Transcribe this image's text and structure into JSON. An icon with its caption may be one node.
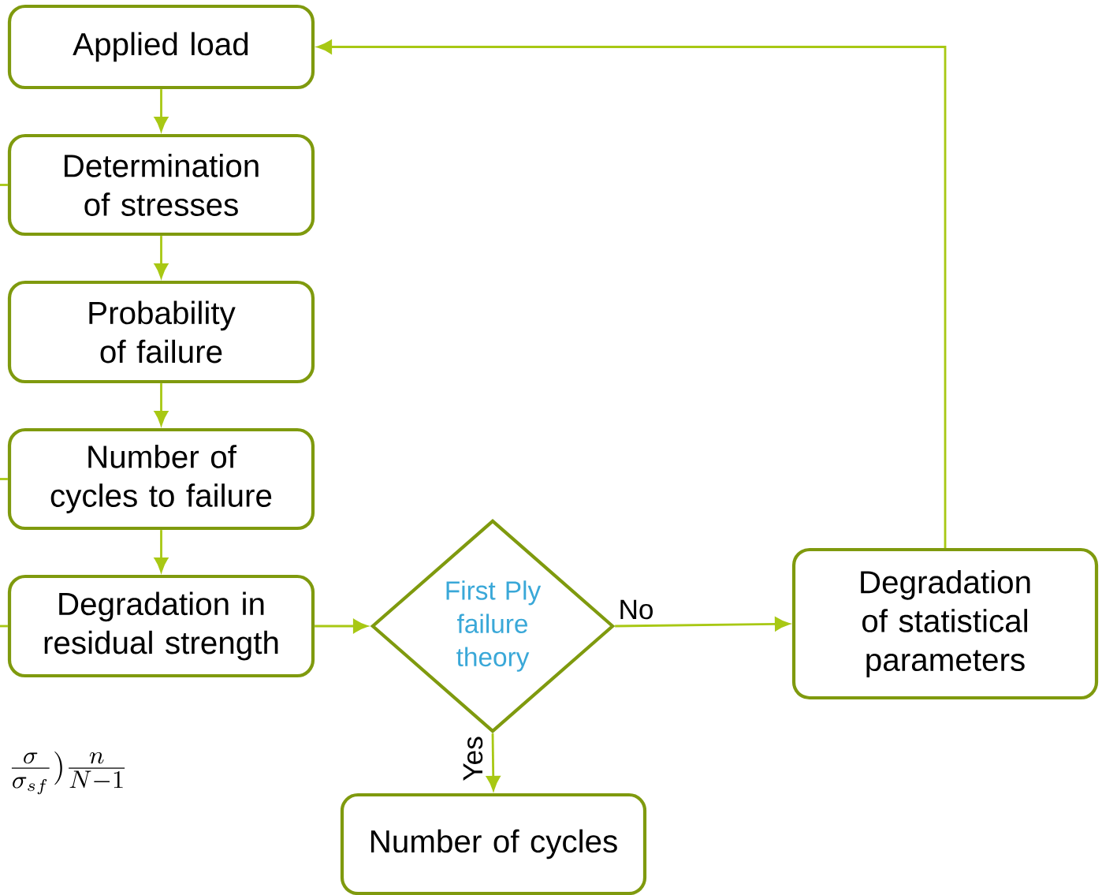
{
  "diagram": {
    "nodes": [
      {
        "text": [
          "Applied load"
        ]
      },
      {
        "text": [
          "Determination of stresses"
        ]
      },
      {
        "text": [
          "Probability of failure"
        ]
      },
      {
        "text": [
          "Number of cycles to failure"
        ]
      },
      {
        "text": [
          "Degradation in residual strength"
        ]
      },
      {
        "text": [
          "First Ply failure theory"
        ]
      },
      {
        "text": [
          "Degradation of statistical parameters"
        ]
      },
      {
        "text": [
          "Number of cycles"
        ]
      }
    ],
    "edges": [
      {
        "from": 0,
        "to": 1,
        "arrow": "to"
      },
      {
        "from": 1,
        "to": 2,
        "arrow": "to"
      },
      {
        "from": 2,
        "to": 3,
        "arrow": "to"
      },
      {
        "from": 3,
        "to": 4,
        "arrow": "to"
      },
      {
        "from": 4,
        "to": 5,
        "arrow": "to"
      },
      {
        "from": 5,
        "to": 6,
        "arrow": "to",
        "label": "No"
      },
      {
        "from": 5,
        "to": 7,
        "arrow": "to",
        "label": "Yes"
      },
      {
        "from": 6,
        "to": 0,
        "arrow": "to"
      },
      {
        "from": null,
        "to": 1,
        "arrow": "none"
      },
      {
        "from": null,
        "to": 3,
        "arrow": "none"
      },
      {
        "from": null,
        "to": 4,
        "arrow": "none"
      }
    ],
    "labels": [
      "\\frac{\\sigma}{\\sigma_{sf}})\\frac{n}{N-1}"
    ]
  }
}
